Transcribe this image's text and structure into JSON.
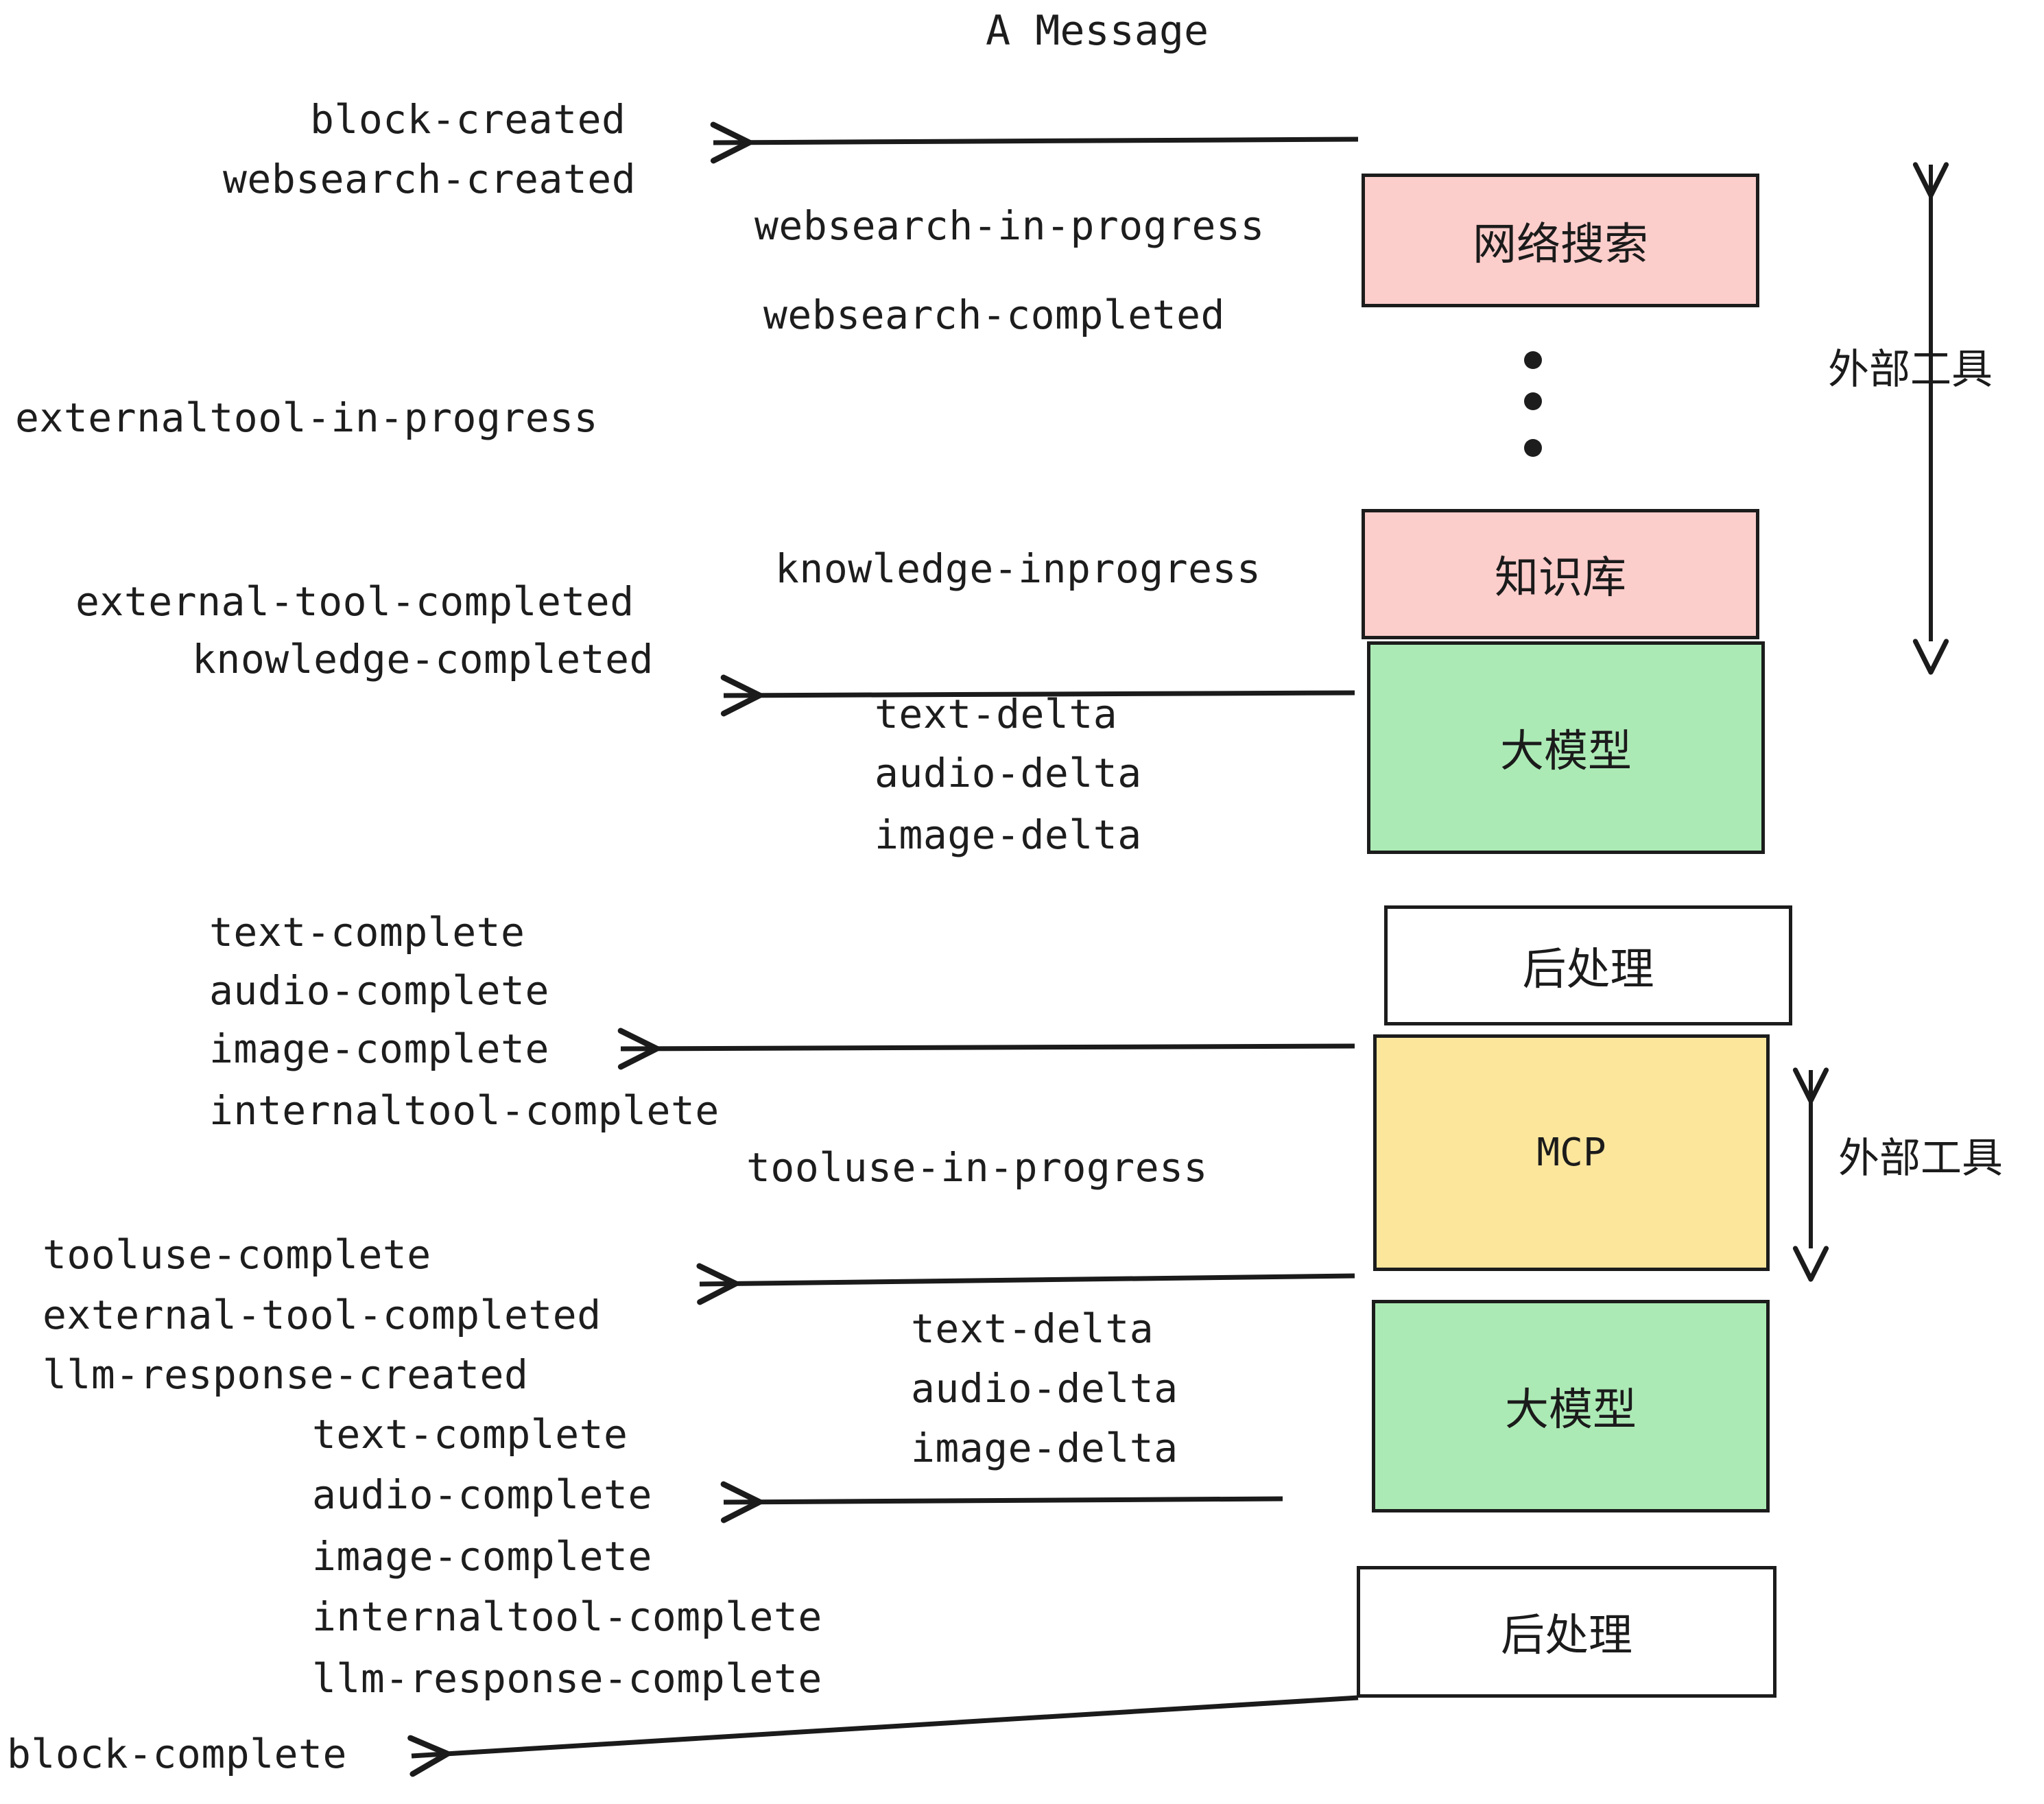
{
  "title": "A Message",
  "colors": {
    "pink": "#fbcdcb",
    "green": "#aceab5",
    "yellow": "#fbe69c",
    "white": "#ffffff",
    "stroke": "#1c1c1c",
    "text": "#1d1d1d"
  },
  "boxes": [
    {
      "id": "websearch",
      "label": "网络搜索",
      "fill": "#fbcdcb"
    },
    {
      "id": "knowledge",
      "label": "知识库",
      "fill": "#fbcdcb"
    },
    {
      "id": "llm-1",
      "label": "大模型",
      "fill": "#aceab5"
    },
    {
      "id": "postprocess-1",
      "label": "后处理",
      "fill": "#ffffff"
    },
    {
      "id": "mcp",
      "label": "MCP",
      "fill": "#fbe69c"
    },
    {
      "id": "llm-2",
      "label": "大模型",
      "fill": "#aceab5"
    },
    {
      "id": "postprocess-2",
      "label": "后处理",
      "fill": "#ffffff"
    }
  ],
  "side_labels": [
    {
      "id": "external-tool-top",
      "label": "外部工具"
    },
    {
      "id": "external-tool-bottom",
      "label": "外部工具"
    }
  ],
  "events": {
    "block_created": "block-created",
    "websearch_created": "websearch-created",
    "websearch_in_progress": "websearch-in-progress",
    "websearch_completed": "websearch-completed",
    "externaltool_in_progress": "externaltool-in-progress",
    "knowledge_inprogress": "knowledge-inprogress",
    "external_tool_completed_1": "external-tool-completed",
    "knowledge_completed": "knowledge-completed",
    "text_delta_1": "text-delta",
    "audio_delta_1": "audio-delta",
    "image_delta_1": "image-delta",
    "text_complete_1": "text-complete",
    "audio_complete_1": "audio-complete",
    "image_complete_1": "image-complete",
    "internaltool_complete_1": "internaltool-complete",
    "tooluse_in_progress": "tooluse-in-progress",
    "tooluse_complete": "tooluse-complete",
    "external_tool_completed_2": "external-tool-completed",
    "llm_response_created": "llm-response-created",
    "text_delta_2": "text-delta",
    "audio_delta_2": "audio-delta",
    "image_delta_2": "image-delta",
    "text_complete_2": "text-complete",
    "audio_complete_2": "audio-complete",
    "image_complete_2": "image-complete",
    "internaltool_complete_2": "internaltool-complete",
    "llm_response_complete": "llm-response-complete",
    "block_complete": "block-complete"
  }
}
